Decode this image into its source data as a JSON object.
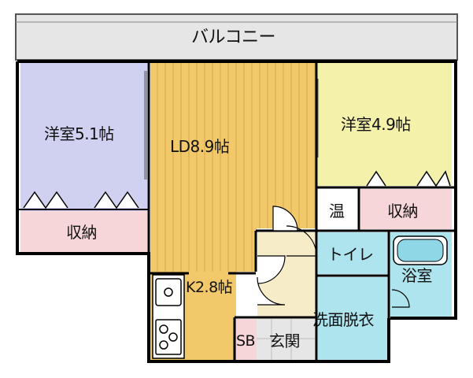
{
  "rooms": {
    "balcony": "バルコニー",
    "western_room_left": "洋室5.1帖",
    "storage_left": "収納",
    "living_dining": "LD8.9帖",
    "western_room_right": "洋室4.9帖",
    "water_heater": "温",
    "storage_right": "収納",
    "toilet": "トイレ",
    "bathroom": "浴室",
    "kitchen": "K2.8帖",
    "washroom": "洗面脱衣",
    "shoe_box": "SB",
    "entrance": "玄関"
  },
  "colors": {
    "balcony": "#e6e6e6",
    "western_room_left": "#d0d0f0",
    "storage": "#f6d6d9",
    "living_dining": "#f1c96a",
    "western_room_right": "#f4f2aa",
    "water": "#ade4ee",
    "hallway": "#f7ecc8",
    "entrance": "#e6e6e6",
    "wall": "#000000"
  }
}
